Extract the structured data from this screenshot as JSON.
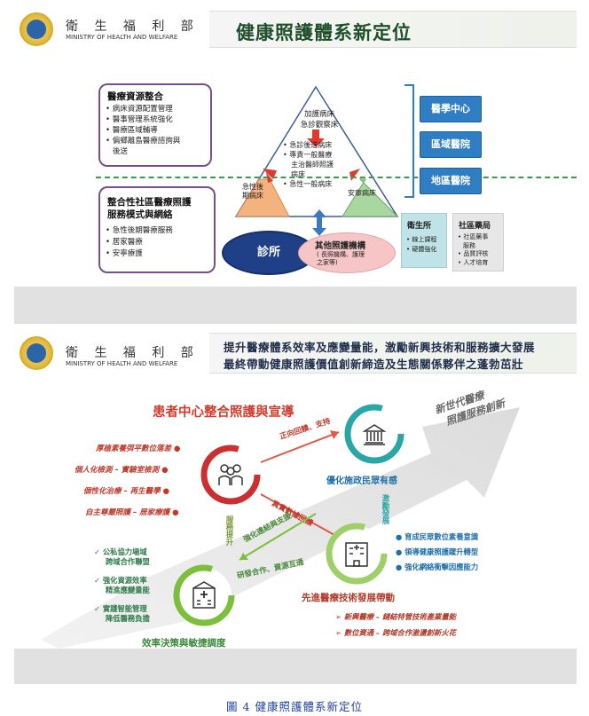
{
  "ministry": {
    "zh": "衛 生 福 利 部",
    "en": "MINISTRY OF HEALTH AND WELFARE"
  },
  "slide1": {
    "title": "健康照護體系新定位",
    "resource_box": {
      "heading": "醫療資源整合",
      "items": [
        "病床資源配置管理",
        "醫事管理系統強化",
        "醫療區域輔導",
        "偏鄉離島醫療諮詢與",
        "後送"
      ]
    },
    "community_box": {
      "heading_lines": [
        "整合性社區醫療照護",
        "服務模式與網絡"
      ],
      "items": [
        "急性後期醫療服務",
        "居家醫療",
        "安寧療護"
      ]
    },
    "triangle": {
      "top_lines": [
        "加護病床",
        "急診觀察床"
      ],
      "middle_items": [
        "急診後送病床",
        "專責一般醫療",
        "主治醫師照護",
        "病床",
        "急性一般病床"
      ],
      "left_corner": [
        "急性後",
        "期病床"
      ],
      "right_corner": "安寧病床"
    },
    "hospitals": [
      "醫學中心",
      "區域醫院",
      "地區醫院"
    ],
    "clinic": "診所",
    "other_institutions": {
      "title": "其他照護機構",
      "note_lines": [
        "( 長照機構、護理",
        "之家等)"
      ]
    },
    "health_station": {
      "title": "衛生所",
      "items": [
        "線上課程",
        "硬體強化"
      ]
    },
    "community_pharmacy": {
      "title": "社區藥局",
      "items": [
        "社區藥事",
        "服務",
        "品質評核",
        "人才培育"
      ]
    }
  },
  "slide2": {
    "title_lines": [
      "提升醫療體系效率及應變量能，激勵新興技術和服務擴大發展",
      "最終帶動健康照護價值創新締造及生態關係夥伴之蓬勃茁壯"
    ],
    "patient_center": {
      "heading": "患者中心整合照護與宣導",
      "items": [
        "厚植素養弭平數位落差",
        "個人化檢測 – 實驗室檢測",
        "個性化治療 – 再生醫學",
        "自主尊嚴照護 – 居家療護"
      ]
    },
    "arrow_labels": {
      "forward": "正向回饋、支持",
      "real_world": "真實數據回饋",
      "inspire": "激勵發展",
      "service": "服務提升",
      "strengthen": "強化連結與支援",
      "research": "研發合作、資源互通"
    },
    "new_gen": [
      "新世代醫療",
      "照護服務創新"
    ],
    "policy": {
      "title": "優化施政民眾有感",
      "items": [
        "育成民眾數位素養意識",
        "領導健康照護躍升轉型",
        "強化網絡衝擊因應能力"
      ]
    },
    "efficiency": {
      "title": "效率決策與敏捷調度",
      "items": [
        [
          "公私協力場域",
          "跨域合作聯盟"
        ],
        [
          "強化資源效率",
          "精進應變量能"
        ],
        [
          "實踐智能管理",
          "降低醫務負擔"
        ]
      ]
    },
    "tech": {
      "title": "先進醫療技術發展帶動",
      "items": [
        "新興醫療 – 鏈結特管技術產業量能",
        "數位資通 – 跨域合作激盪創新火花"
      ]
    }
  },
  "caption": "圖 4  健康照護體系新定位",
  "colors": {
    "title_green": "#1f4e2a",
    "hospital_blue": "#2f7dc2",
    "patient_red": "#d23c2c",
    "policy_teal": "#2aa6a6",
    "efficiency_green": "#7cbf3a",
    "caption_blue": "#1d3fa0"
  }
}
